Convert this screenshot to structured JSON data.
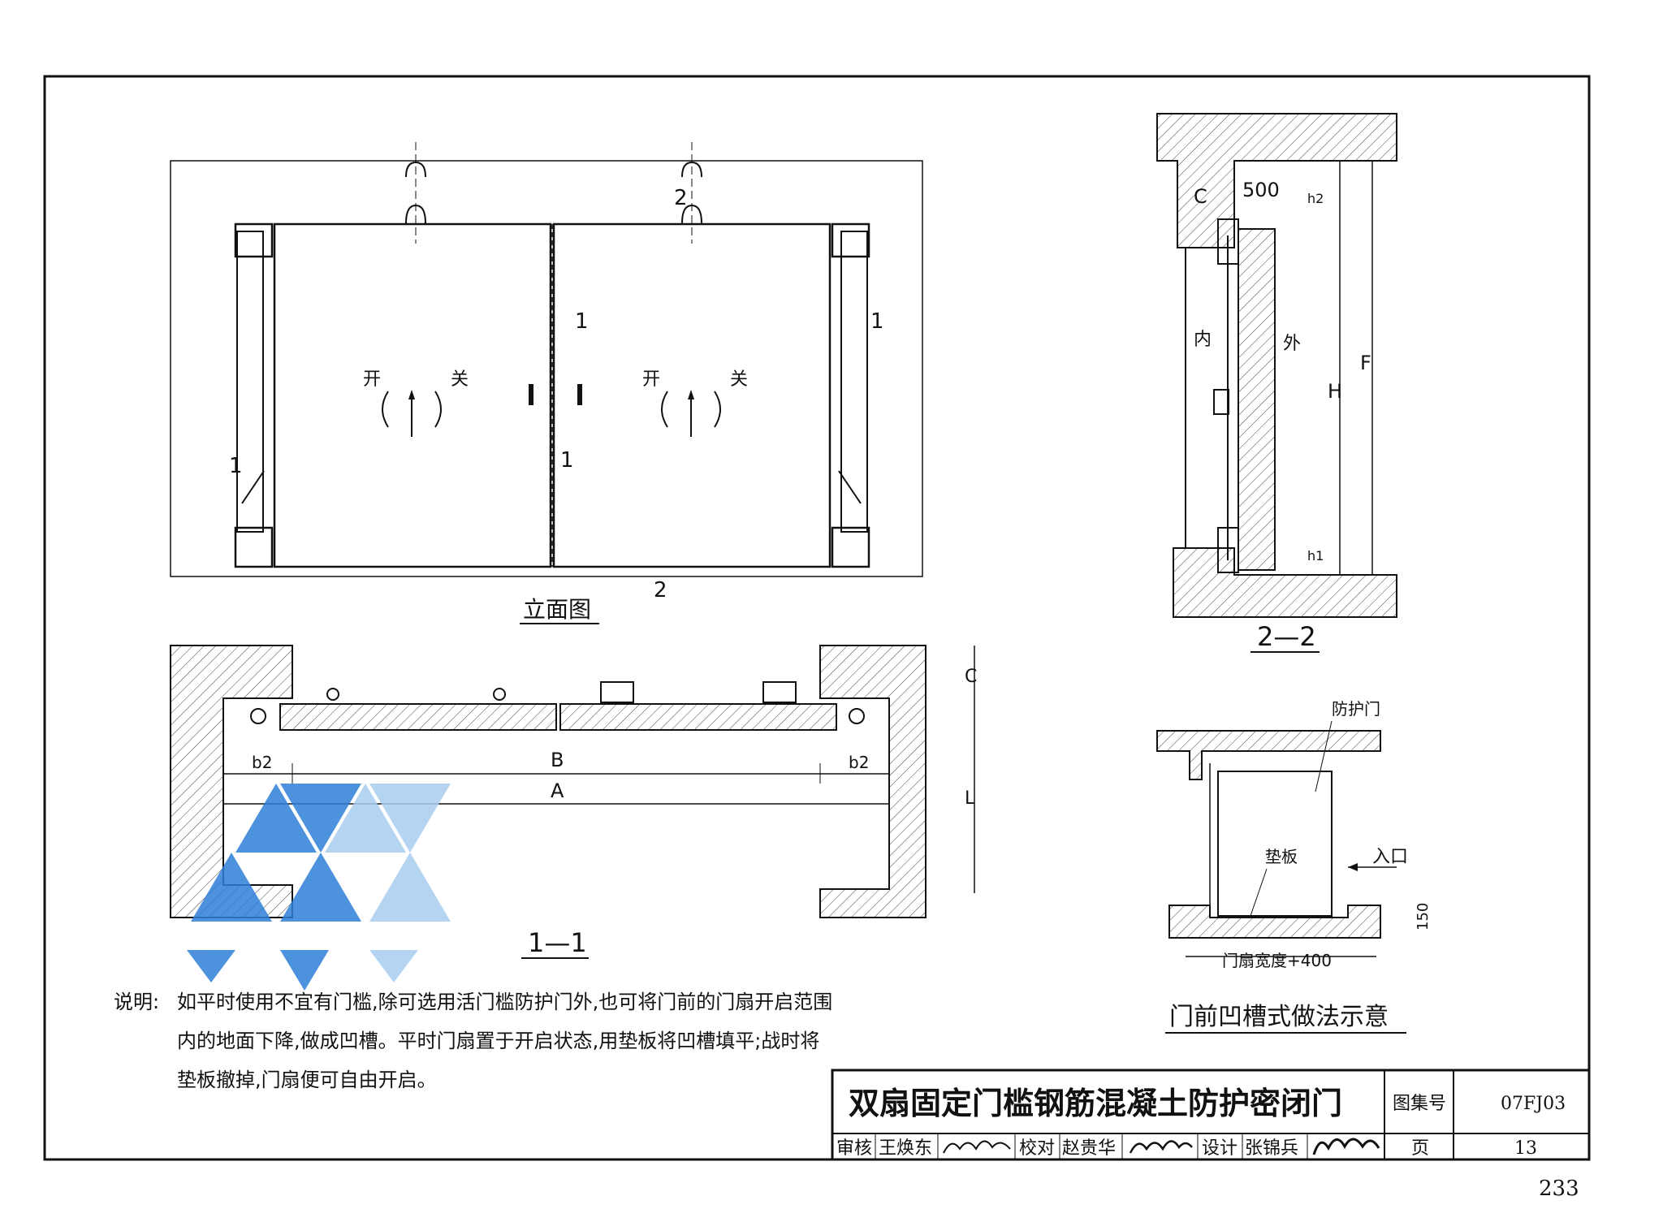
{
  "elevation": {
    "title": "立面图",
    "section_marks": {
      "m1": "1",
      "m2": "2"
    },
    "open_label": "开",
    "close_label": "关"
  },
  "section_22": {
    "title": "2—2",
    "dim_c": "C",
    "dim_500": "500",
    "dim_h2": "h2",
    "dim_h": "H",
    "dim_f": "F",
    "dim_h1": "h1",
    "inside": "内",
    "outside": "外"
  },
  "section_11": {
    "title": "1—1",
    "dim_c": "C",
    "dim_l": "L",
    "dim_b2": "b2",
    "dim_b": "B",
    "dim_a": "A"
  },
  "groove": {
    "title": "门前凹槽式做法示意",
    "door_label": "防护门",
    "pad_label": "垫板",
    "entry_label": "入口",
    "dim_150": "150",
    "width_label": "门扇宽度+400"
  },
  "notes": {
    "prefix": "说明:",
    "line1": "如平时使用不宜有门槛,除可选用活门槛防护门外,也可将门前的门扇开启范围",
    "line2": "内的地面下降,做成凹槽。平时门扇置于开启状态,用垫板将凹槽填平;战时将",
    "line3": "垫板撤掉,门扇便可自由开启。"
  },
  "title_block": {
    "title": "双扇固定门槛钢筋混凝土防护密闭门",
    "atlas_label": "图集号",
    "atlas_no": "07FJ03",
    "review_label": "审核",
    "reviewer": "王焕东",
    "check_label": "校对",
    "checker": "赵贵华",
    "design_label": "设计",
    "designer": "张锦兵",
    "page_label": "页",
    "page_no": "13"
  },
  "page_number": "233",
  "colors": {
    "line": "#111111",
    "watermark_dark": "#2f7fd8",
    "watermark_light": "#a9cdef"
  }
}
